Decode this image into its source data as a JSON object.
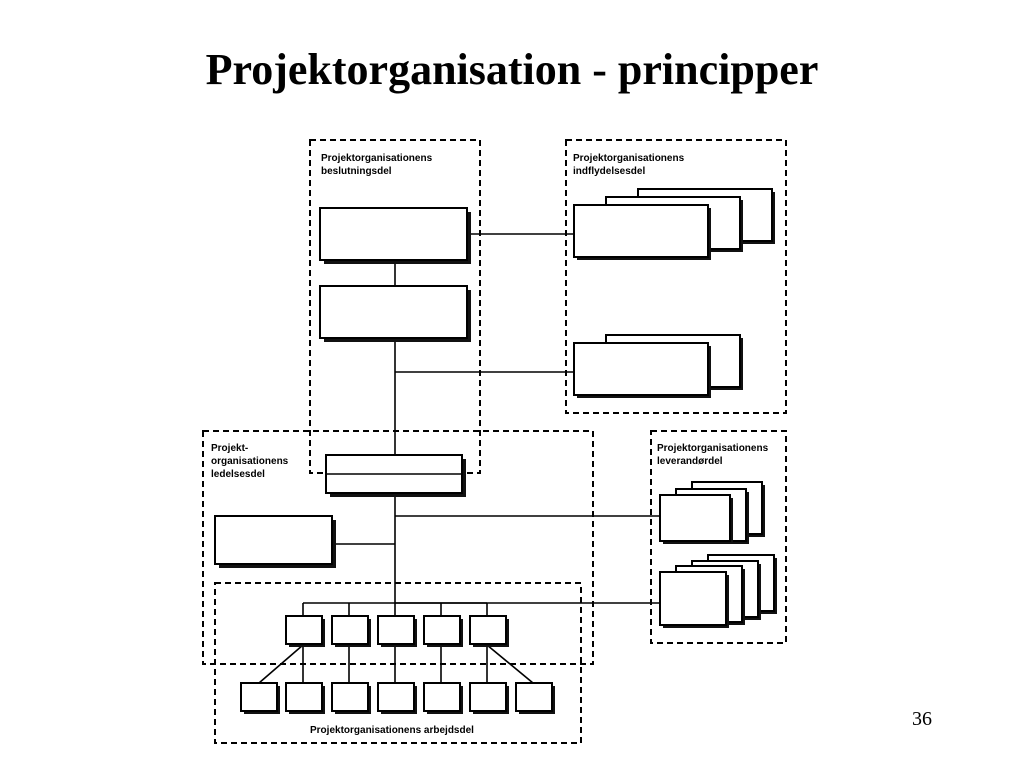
{
  "slide": {
    "title": "Projektorganisation - principper",
    "page_number": "36"
  },
  "diagram": {
    "decision_part": {
      "line1": "Projektorganisationens",
      "line2": "beslutningsdel"
    },
    "influence_part": {
      "line1": "Projektorganisationens",
      "line2": "indflydelsesdel"
    },
    "management_part": {
      "line1": "Projekt-",
      "line2": "organisationens",
      "line3": "ledelsesdel"
    },
    "supplier_part": {
      "line1": "Projektorganisationens",
      "line2": "leverandørdel"
    },
    "work_part": {
      "line1": "Projektorganisationens arbejdsdel"
    }
  }
}
